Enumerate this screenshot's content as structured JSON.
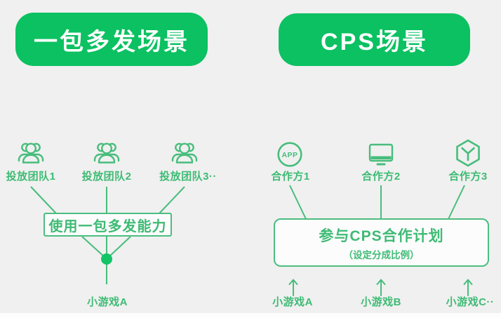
{
  "colors": {
    "page_bg": "#F0F0F0",
    "header_bg": "#0BC161",
    "header_text": "#FFFFFF",
    "line": "#47BD7C",
    "text": "#3EBB74",
    "dot": "#12C465",
    "box_bg": "#FCFCFD",
    "box_border": "#4CBE80"
  },
  "left": {
    "header": "一包多发场景",
    "teams": [
      {
        "label": "投放团队1",
        "icon": "team-group-icon"
      },
      {
        "label": "投放团队2",
        "icon": "team-group-icon"
      },
      {
        "label": "投放团队3··",
        "icon": "team-group-icon"
      }
    ],
    "box": "使用一包多发能力",
    "output": "小游戏A"
  },
  "right": {
    "header": "CPS场景",
    "partners": [
      {
        "label": "合作方1",
        "icon": "app-circle-icon",
        "icon_text": "APP"
      },
      {
        "label": "合作方2",
        "icon": "monitor-icon"
      },
      {
        "label": "合作方3",
        "icon": "cube-y-icon"
      }
    ],
    "box_title": "参与CPS合作计划",
    "box_subtitle": "（设定分成比例）",
    "flow_arrow_icon": "up-arrow-icon",
    "games": [
      "小游戏A",
      "小游戏B",
      "小游戏C··"
    ]
  }
}
